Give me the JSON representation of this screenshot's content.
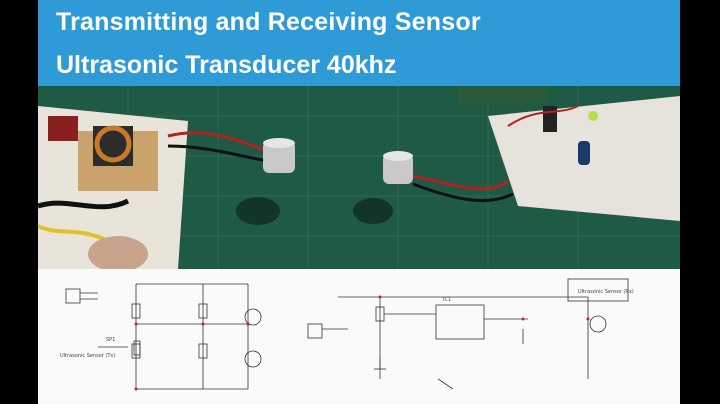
{
  "banner": {
    "title": "Transmitting and Receiving Sensor",
    "subtitle": "Ultrasonic Transducer 40khz",
    "background": "#2e9bd6",
    "text_color": "#ffffff"
  },
  "photo": {
    "mat_color": "#1f5a45"
  },
  "schematics": {
    "left": {
      "transducer_label": "Ultrasonic Sensor (Tx)",
      "part_label": "SP1"
    },
    "right": {
      "transducer_label": "Ultrasonic Sensor (Rx)",
      "part_label": "IC1"
    }
  }
}
